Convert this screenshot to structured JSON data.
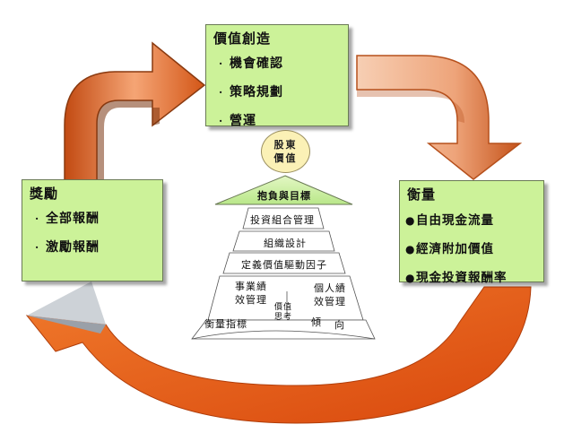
{
  "value_creation": {
    "title": "價值創造",
    "items": [
      "機會確認",
      "策略規劃",
      "營運"
    ]
  },
  "reward": {
    "title": "獎勵",
    "items": [
      "全部報酬",
      "激勵報酬"
    ]
  },
  "measure": {
    "title": "衡量",
    "items": [
      "自由現金流量",
      "經濟附加價值",
      "現金投資報酬率"
    ]
  },
  "pyramid": {
    "shareholder_line1": "股東",
    "shareholder_line2": "價值",
    "apex": "抱負與目標",
    "level1": "投資組合管理",
    "level2": "組織設計",
    "level3": "定義價值驅動因子",
    "business_line1": "事業績",
    "business_line2": "效管理",
    "personal_line1": "個人績",
    "personal_line2": "效管理",
    "base_left": "衡量指標",
    "mind_line1": "價值",
    "mind_line2": "思考",
    "tendency_1": "傾",
    "tendency_2": "向"
  },
  "bullet_glyph": "·",
  "colors": {
    "box_fill": "#ccf299",
    "arrow_orange": "#e8601c",
    "arrow_light": "#f2b08a",
    "apex_green": "#cdf0a0",
    "circle_fill": "#fbf1b6"
  }
}
